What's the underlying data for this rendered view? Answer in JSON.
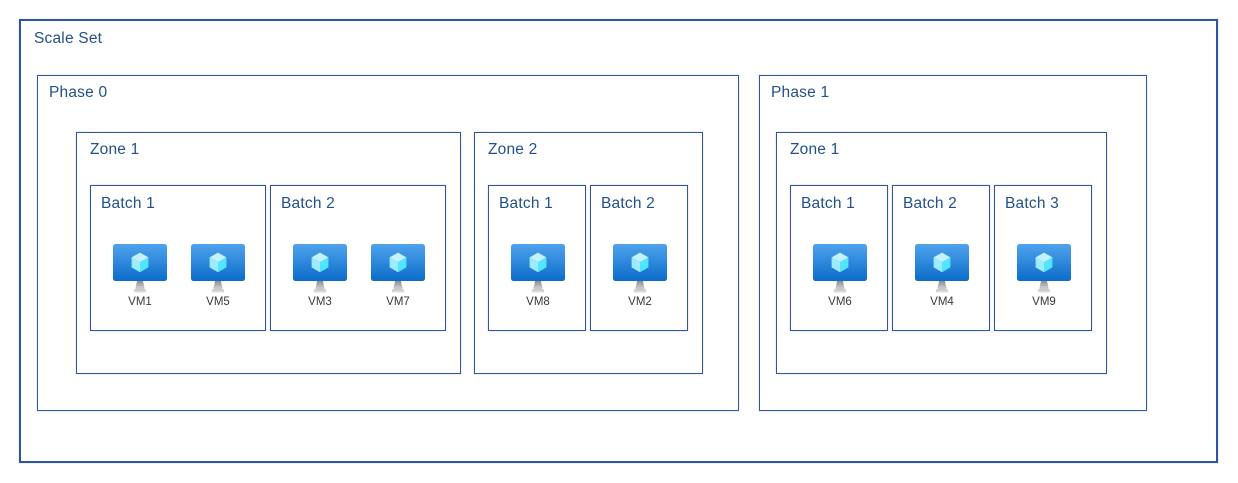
{
  "diagram": {
    "title": "Scale Set",
    "colors": {
      "box_border": "#2f559e",
      "title_text": "#235089",
      "vm_label_text": "#3a3a3a",
      "monitor_gradient_top": "#4fa3ec",
      "monitor_gradient_bottom": "#0c6cca",
      "cube_top_face": "#c3f1ff",
      "cube_left_face": "#9cebff",
      "cube_right_face": "#50e6ff",
      "stand_gradient_top": "#8f8f8f",
      "stand_gradient_bottom": "#d9d9d9"
    },
    "vm_icon_name": "azure-vm-icon",
    "phases": [
      {
        "title": "Phase 0",
        "zones": [
          {
            "title": "Zone 1",
            "batches": [
              {
                "title": "Batch 1",
                "vms": [
                  "VM1",
                  "VM5"
                ]
              },
              {
                "title": "Batch 2",
                "vms": [
                  "VM3",
                  "VM7"
                ]
              }
            ]
          },
          {
            "title": "Zone 2",
            "batches": [
              {
                "title": "Batch 1",
                "vms": [
                  "VM8"
                ]
              },
              {
                "title": "Batch 2",
                "vms": [
                  "VM2"
                ]
              }
            ]
          }
        ]
      },
      {
        "title": "Phase 1",
        "zones": [
          {
            "title": "Zone 1",
            "batches": [
              {
                "title": "Batch 1",
                "vms": [
                  "VM6"
                ]
              },
              {
                "title": "Batch 2",
                "vms": [
                  "VM4"
                ]
              },
              {
                "title": "Batch 3",
                "vms": [
                  "VM9"
                ]
              }
            ]
          }
        ]
      }
    ]
  }
}
